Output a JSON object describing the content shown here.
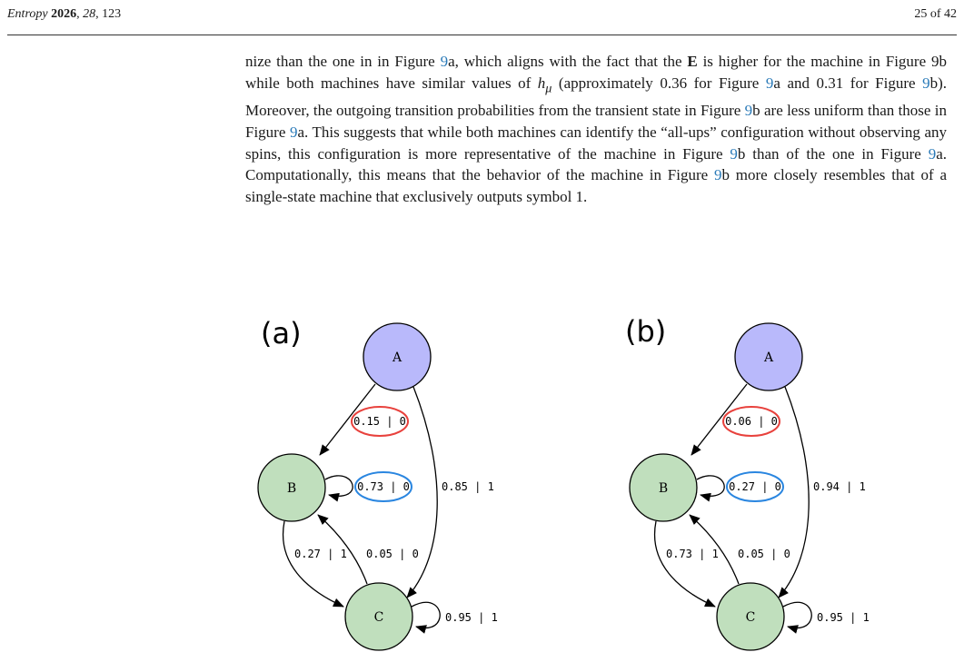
{
  "header": {
    "journal": "Entropy",
    "year": "2026",
    "volume": "28",
    "article": "123",
    "page": "25 of 42"
  },
  "paragraph": {
    "s1": "nize than the one in in Figure ",
    "r1": "9",
    "s2": "a, which aligns with the fact that the ",
    "bold_e": "E",
    "s3": " is higher for the machine in Figure 9b while both machines have similar values of ",
    "h_sym": "h",
    "h_sub": "μ",
    "s4": " (approximately 0.36 for Figure ",
    "r2": "9",
    "s5": "a and 0.31 for Figure ",
    "r3": "9",
    "s6": "b). Moreover, the outgoing transition probabilities from the transient state in Figure ",
    "r4": "9",
    "s7": "b are less uniform than those in Figure ",
    "r5": "9",
    "s8": "a.  This suggests that while both machines can identify the “all-ups” configuration without observing any spins, this configuration is more representative of the machine in Figure ",
    "r6": "9",
    "s9": "b than of the one in Figure ",
    "r7": "9",
    "s10": "a. Computationally, this means that the behavior of the machine in Figure ",
    "r8": "9",
    "s11": "b more closely resembles that of a single-state machine that exclusively outputs symbol 1."
  },
  "figure": {
    "colors": {
      "state_a": "#b9b9fb",
      "state_bc": "#c0dfbd",
      "highlight_red": "#e8413c",
      "highlight_blue": "#2a86e0"
    },
    "panels": [
      {
        "label": "(a)",
        "states": [
          "A",
          "B",
          "C"
        ],
        "edges": {
          "a_to_b": "0.15 | 0",
          "b_self": "0.73 | 0",
          "a_to_c": "0.85 | 1",
          "b_to_c": "0.27 | 1",
          "c_to_b": "0.05 | 0",
          "c_self": "0.95 | 1"
        }
      },
      {
        "label": "(b)",
        "states": [
          "A",
          "B",
          "C"
        ],
        "edges": {
          "a_to_b": "0.06 | 0",
          "b_self": "0.27 | 0",
          "a_to_c": "0.94 | 1",
          "b_to_c": "0.73 | 1",
          "c_to_b": "0.05 | 0",
          "c_self": "0.95 | 1"
        }
      }
    ]
  }
}
